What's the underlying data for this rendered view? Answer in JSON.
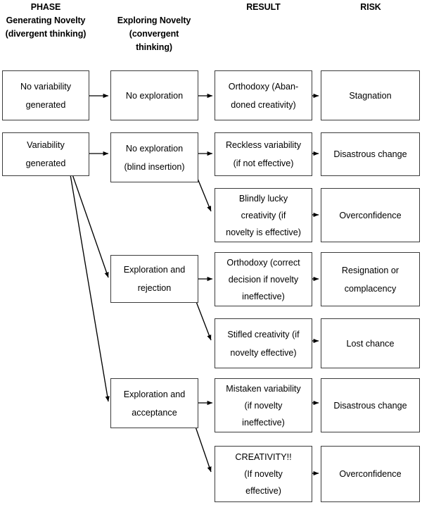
{
  "headers": {
    "phase": {
      "line1": "PHASE",
      "line2": "Generating Novelty",
      "line3": "(divergent thinking)"
    },
    "exploring": {
      "line1": "Exploring Novelty",
      "line2": "(convergent",
      "line3": "thinking)"
    },
    "result": "RESULT",
    "risk": "RISK"
  },
  "nodes": {
    "phase_no_variability": "No variability generated",
    "phase_variability": "Variability generated",
    "explore_none": "No exploration",
    "explore_blind": "No exploration (blind insertion)",
    "explore_rejection": "Exploration and rejection",
    "explore_acceptance": "Exploration and acceptance",
    "result_orthodoxy_abandoned": "Orthodoxy (Aban-doned creativity)",
    "result_reckless": "Reckless variability  (if not effective)",
    "result_blindly_lucky": "Blindly lucky creativity (if novelty is effective)",
    "result_orthodoxy_correct": "Orthodoxy (correct decision if novelty ineffective)",
    "result_stifled": "Stifled creativity (if novelty effective)",
    "result_mistaken": "Mistaken variability (if novelty ineffective)",
    "result_creativity": "CREATIVITY!! (If novelty effective)",
    "risk_stagnation": "Stagnation",
    "risk_disastrous_1": "Disastrous change",
    "risk_overconfidence_1": "Overconfidence",
    "risk_resignation": "Resignation or complacency",
    "risk_lost_chance": "Lost chance",
    "risk_disastrous_2": "Disastrous change",
    "risk_overconfidence_2": "Overconfidence"
  },
  "node_lines": {
    "phase_no_variability": [
      "No variability",
      "generated"
    ],
    "phase_variability": [
      "Variability",
      "generated"
    ],
    "explore_none": [
      "No exploration"
    ],
    "explore_blind": [
      "No exploration",
      "(blind insertion)"
    ],
    "explore_rejection": [
      "Exploration and",
      "rejection"
    ],
    "explore_acceptance": [
      "Exploration and",
      "acceptance"
    ],
    "result_orthodoxy_abandoned": [
      "Orthodoxy (Aban-",
      "doned creativity)"
    ],
    "result_reckless": [
      "Reckless variability",
      "(if not effective)"
    ],
    "result_blindly_lucky": [
      "Blindly lucky",
      "creativity (if",
      "novelty is effective)"
    ],
    "result_orthodoxy_correct": [
      "Orthodoxy (correct",
      "decision if novelty",
      "ineffective)"
    ],
    "result_stifled": [
      "Stifled creativity (if",
      "novelty effective)"
    ],
    "result_mistaken": [
      "Mistaken variability",
      "(if novelty",
      "ineffective)"
    ],
    "result_creativity": [
      "CREATIVITY!!",
      "(If novelty",
      "effective)"
    ],
    "risk_stagnation": [
      "Stagnation"
    ],
    "risk_disastrous_1": [
      "Disastrous change"
    ],
    "risk_overconfidence_1": [
      "Overconfidence"
    ],
    "risk_resignation": [
      "Resignation or",
      "complacency"
    ],
    "risk_lost_chance": [
      "Lost chance"
    ],
    "risk_disastrous_2": [
      "Disastrous change"
    ],
    "risk_overconfidence_2": [
      "Overconfidence"
    ]
  },
  "style": {
    "box_border_color": "#3c3c3c",
    "arrow_color": "#000000",
    "background": "#ffffff",
    "text_color": "#000000"
  }
}
